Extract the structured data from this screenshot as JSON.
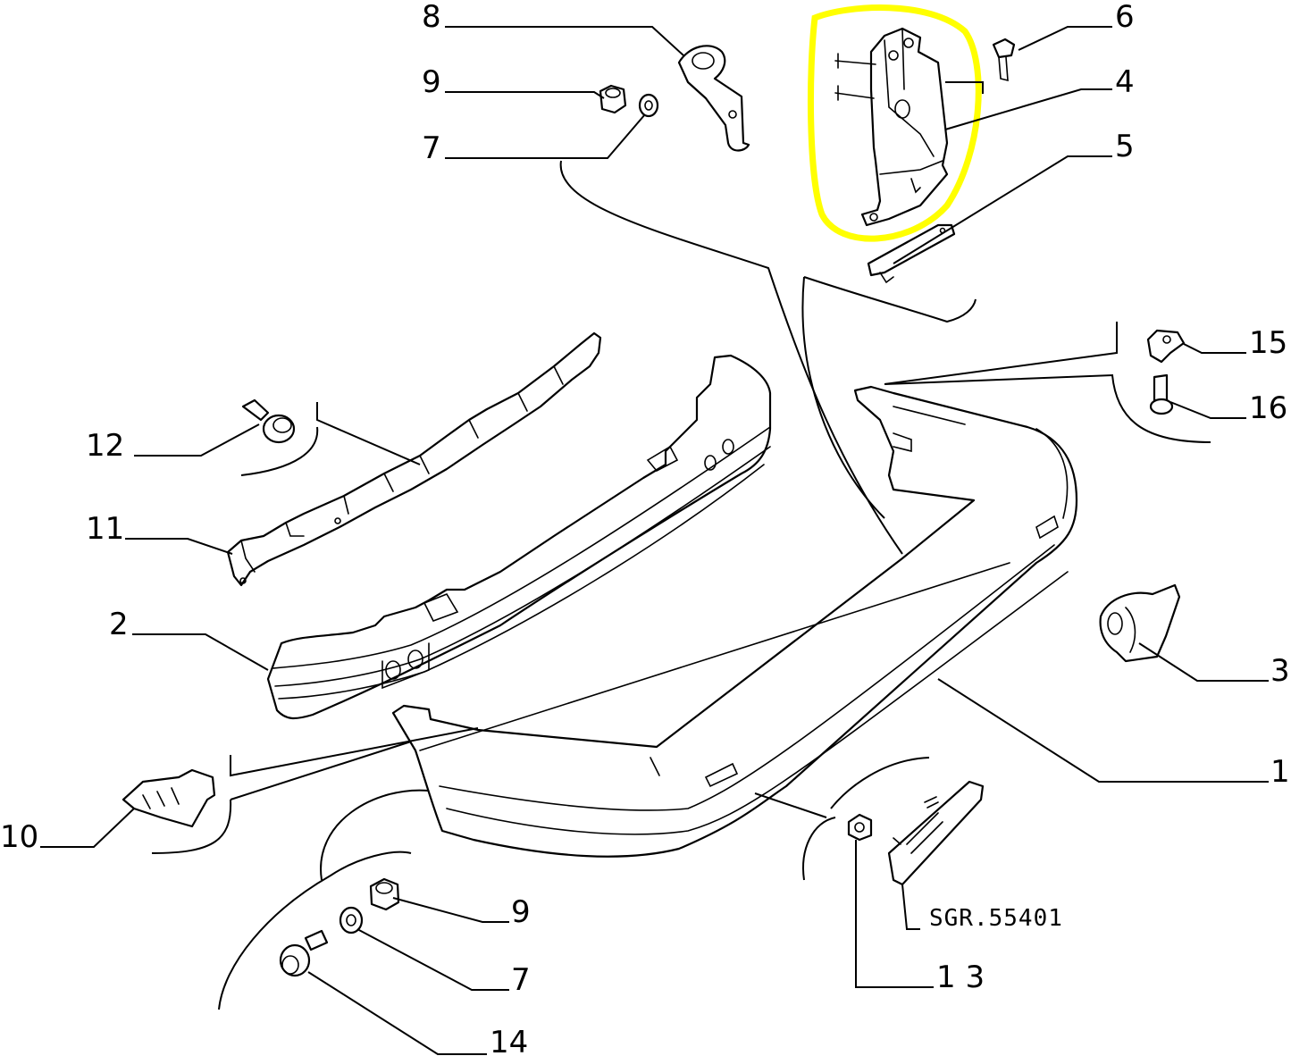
{
  "diagram": {
    "drawing_reference": "SGR.55401",
    "highlight_color": "#ffff00",
    "line_color": "#000000",
    "background": "#ffffff",
    "callouts": [
      {
        "key": "c8",
        "label": "8"
      },
      {
        "key": "c9a",
        "label": "9"
      },
      {
        "key": "c7a",
        "label": "7"
      },
      {
        "key": "c6",
        "label": "6"
      },
      {
        "key": "c4",
        "label": "4"
      },
      {
        "key": "c5",
        "label": "5"
      },
      {
        "key": "c15",
        "label": "15"
      },
      {
        "key": "c16",
        "label": "16"
      },
      {
        "key": "c12",
        "label": "12"
      },
      {
        "key": "c11",
        "label": "11"
      },
      {
        "key": "c2",
        "label": "2"
      },
      {
        "key": "c3",
        "label": "3"
      },
      {
        "key": "c1",
        "label": "1"
      },
      {
        "key": "c10",
        "label": "10"
      },
      {
        "key": "c9b",
        "label": "9"
      },
      {
        "key": "c7b",
        "label": "7"
      },
      {
        "key": "c13",
        "label": "1 3"
      },
      {
        "key": "c14",
        "label": "14"
      }
    ],
    "highlighted_part": "4"
  }
}
